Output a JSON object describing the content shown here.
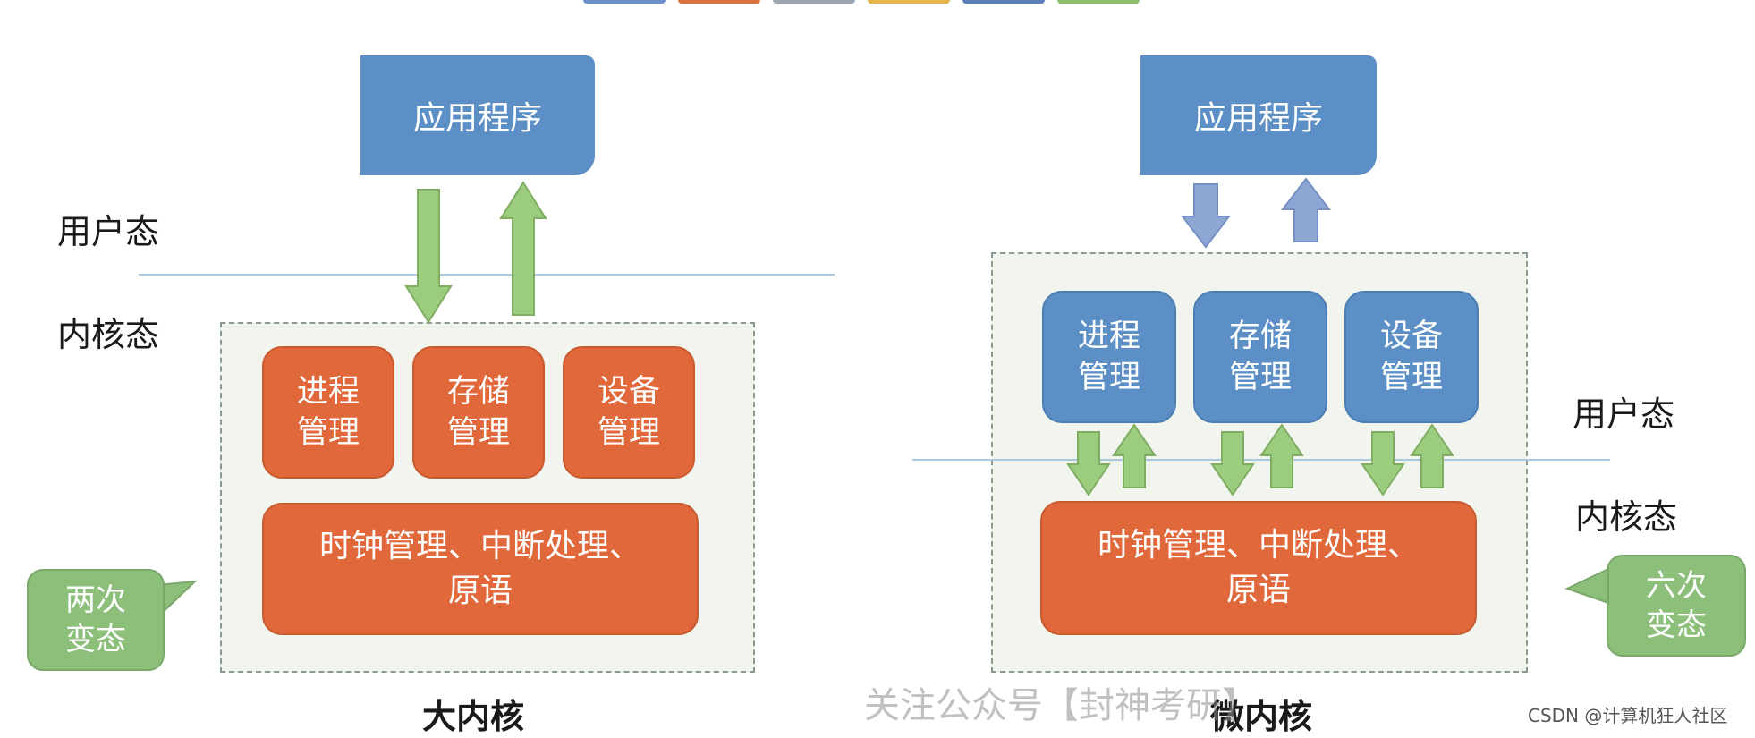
{
  "colors": {
    "app_blue": "#5b8fc6",
    "module_orange": "#e0683a",
    "module_blue": "#5b8fc6",
    "arrow_green": "#9ccc7e",
    "arrow_blue": "#8ea6d4",
    "callout_green": "#8cc07a",
    "separator": "#a9c7df"
  },
  "left": {
    "app": "应用程序",
    "user_mode": "用户态",
    "kernel_mode": "内核态",
    "modules": [
      "进程管理",
      "存储管理",
      "设备管理"
    ],
    "core": "时钟管理、中断处理、原语",
    "callout": "两次变态",
    "caption": "大内核"
  },
  "right": {
    "app": "应用程序",
    "user_mode": "用户态",
    "kernel_mode": "内核态",
    "modules": [
      "进程管理",
      "存储管理",
      "设备管理"
    ],
    "core": "时钟管理、中断处理、原语",
    "callout": "六次变态",
    "caption": "微内核"
  },
  "watermark": "关注公众号【封神考研】",
  "csdn_mark": "CSDN @计算机狂人社区"
}
